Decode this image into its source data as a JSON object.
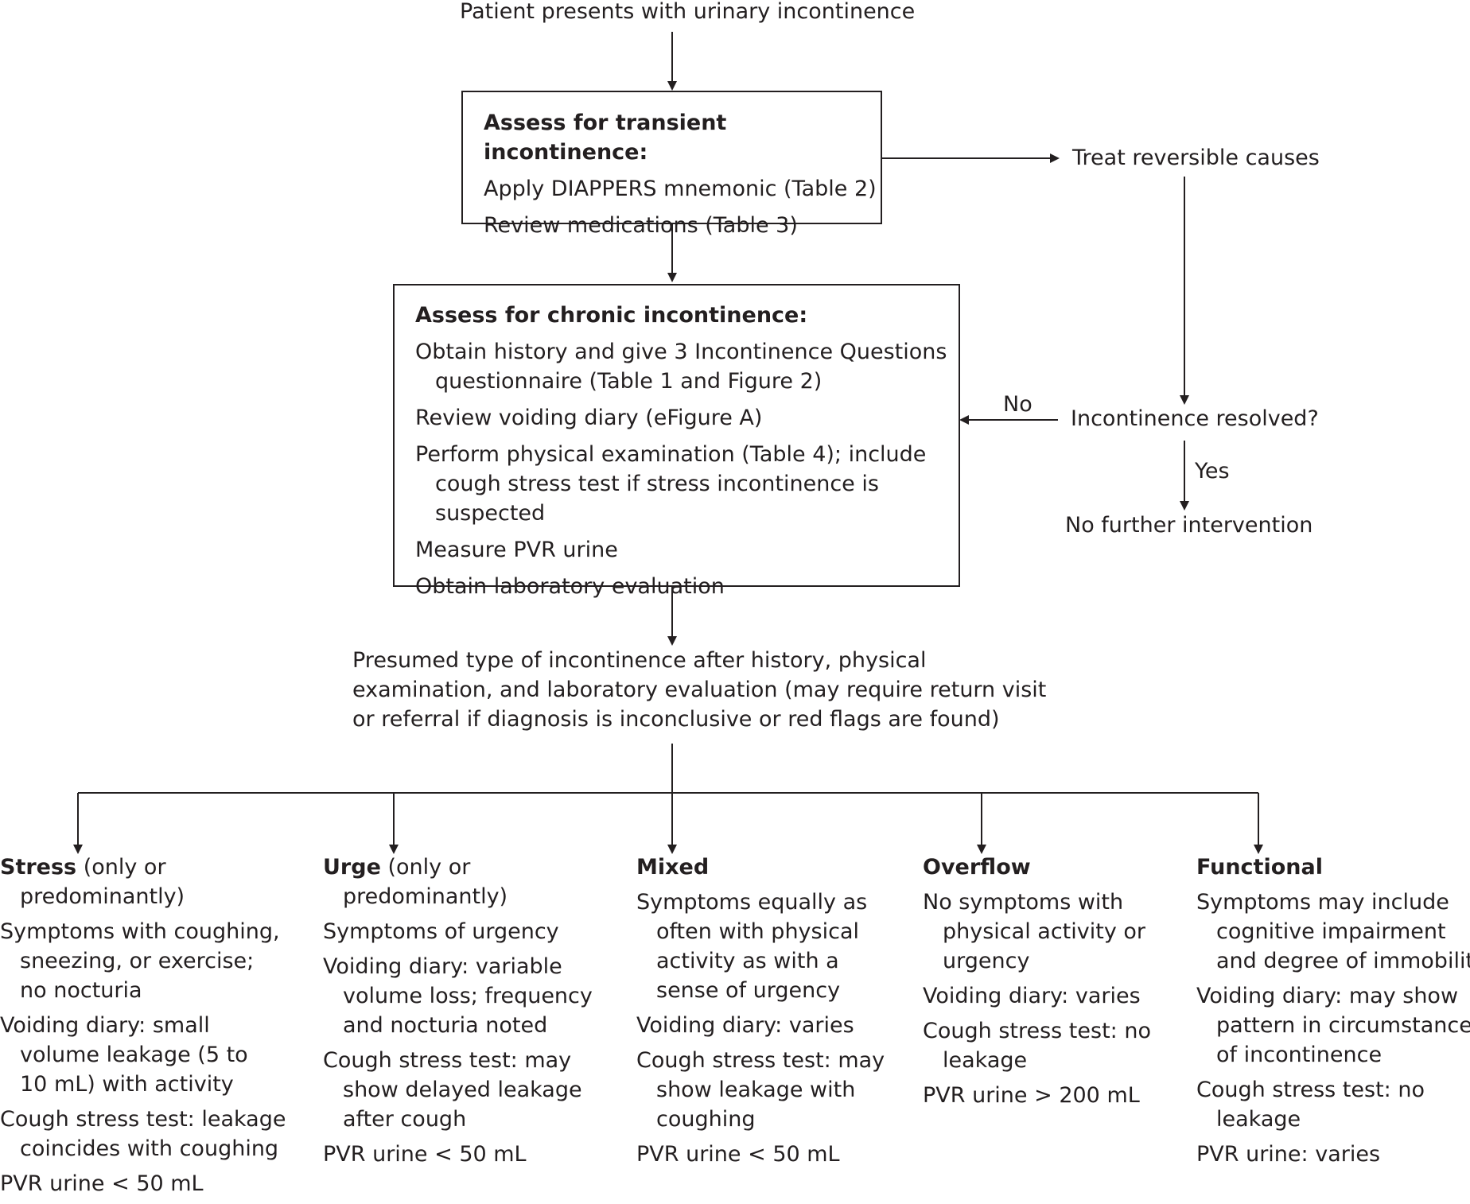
{
  "start": "Patient presents with urinary incontinence",
  "transient": {
    "title": "Assess for transient incontinence:",
    "lines": [
      "Apply DIAPPERS mnemonic (Table 2)",
      "Review medications (Table 3)"
    ]
  },
  "treat": "Treat reversible causes",
  "resolved_question": "Incontinence resolved?",
  "no_label": "No",
  "yes_label": "Yes",
  "no_further": "No further intervention",
  "chronic": {
    "title": "Assess for chronic incontinence:",
    "items": [
      [
        "Obtain history and give 3 Incontinence Questions",
        "questionnaire (Table 1 and Figure 2)"
      ],
      [
        "Review voiding diary (eFigure A)"
      ],
      [
        "Perform physical examination (Table 4); include",
        "cough stress test if stress incontinence is suspected"
      ],
      [
        "Measure PVR urine"
      ],
      [
        "Obtain laboratory evaluation"
      ]
    ]
  },
  "presumed": [
    "Presumed type of incontinence after history, physical",
    "examination, and laboratory evaluation (may require return visit",
    "or referral if diagnosis is inconclusive or red flags are found)"
  ],
  "types": [
    {
      "name": "Stress",
      "suffix": " (only or",
      "suffix2": "predominantly)",
      "items": [
        [
          "Symptoms with coughing,",
          "sneezing, or exercise;",
          "no nocturia"
        ],
        [
          "Voiding diary: small",
          "volume leakage (5 to",
          "10 mL) with activity"
        ],
        [
          "Cough stress test: leakage",
          "coincides with coughing"
        ],
        [
          "PVR urine < 50 mL"
        ]
      ]
    },
    {
      "name": "Urge",
      "suffix": " (only or",
      "suffix2": "predominantly)",
      "items": [
        [
          "Symptoms of urgency"
        ],
        [
          "Voiding diary: variable",
          "volume loss; frequency",
          "and nocturia noted"
        ],
        [
          "Cough stress test: may",
          "show delayed leakage",
          "after cough"
        ],
        [
          "PVR urine < 50 mL"
        ]
      ]
    },
    {
      "name": "Mixed",
      "suffix": "",
      "suffix2": "",
      "items": [
        [
          "Symptoms equally as",
          "often with physical",
          "activity as with a",
          "sense of urgency"
        ],
        [
          "Voiding diary: varies"
        ],
        [
          "Cough stress test: may",
          "show leakage with",
          "coughing"
        ],
        [
          "PVR urine < 50 mL"
        ]
      ]
    },
    {
      "name": "Overflow",
      "suffix": "",
      "suffix2": "",
      "items": [
        [
          "No symptoms with",
          "physical activity or",
          "urgency"
        ],
        [
          "Voiding diary: varies"
        ],
        [
          "Cough stress test: no",
          "leakage"
        ],
        [
          "PVR urine > 200 mL"
        ]
      ]
    },
    {
      "name": "Functional",
      "suffix": "",
      "suffix2": "",
      "items": [
        [
          "Symptoms may include",
          "cognitive impairment",
          "and degree of immobility"
        ],
        [
          "Voiding diary: may show",
          "pattern in circumstances",
          "of incontinence"
        ],
        [
          "Cough stress test: no",
          "leakage"
        ],
        [
          "PVR urine: varies"
        ]
      ]
    }
  ]
}
